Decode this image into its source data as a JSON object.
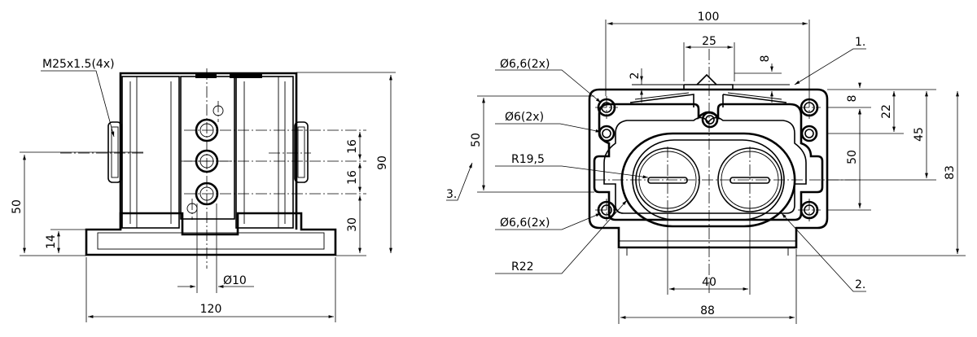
{
  "left_view": {
    "thread_label": "M25x1.5(4x)",
    "width": "120",
    "height_total": "90",
    "height_50": "50",
    "height_14": "14",
    "spacing_a": "16",
    "spacing_b": "16",
    "height_30": "30",
    "hole_dia": "Ø10"
  },
  "right_view": {
    "width_100": "100",
    "width_25": "25",
    "dim_2": "2",
    "dim_8_top": "8",
    "dim_8_right": "8",
    "dim_22": "22",
    "dim_45": "45",
    "dim_83": "83",
    "dim_50_left": "50",
    "dim_50_right": "50",
    "dim_40": "40",
    "dim_88": "88",
    "hole_66_top": "Ø6,6(2x)",
    "hole_6": "Ø6(2x)",
    "radius_19_5": "R19,5",
    "hole_66_bottom": "Ø6,6(2x)",
    "radius_22": "R22",
    "callout_1": "1.",
    "callout_2": "2.",
    "callout_3": "3."
  }
}
